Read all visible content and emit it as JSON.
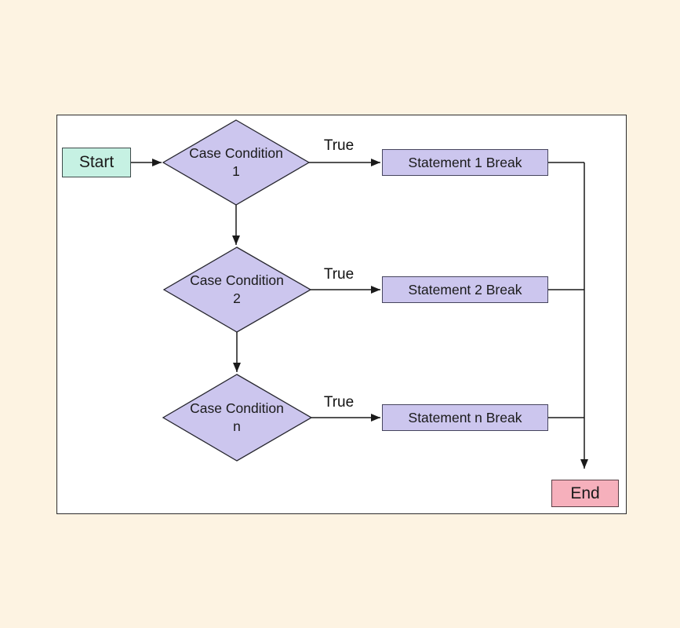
{
  "page": {
    "background_color": "#fdf3e2",
    "canvas_fill": "#ffffff",
    "canvas_border_color": "#2b2b2b"
  },
  "flowchart": {
    "type": "switch-case-flow",
    "start_label": "Start",
    "end_label": "End",
    "colors": {
      "start_fill": "#c6f1e3",
      "condition_fill": "#ccc6ee",
      "statement_fill": "#ccc6ee",
      "end_fill": "#f6b0bc",
      "line_color": "#1a1a1a"
    },
    "branches": [
      {
        "condition_line1": "Case Condition",
        "condition_line2": "1",
        "true_label": "True",
        "statement_label": "Statement 1 Break"
      },
      {
        "condition_line1": "Case Condition",
        "condition_line2": "2",
        "true_label": "True",
        "statement_label": "Statement 2 Break"
      },
      {
        "condition_line1": "Case Condition",
        "condition_line2": "n",
        "true_label": "True",
        "statement_label": "Statement n Break"
      }
    ]
  }
}
